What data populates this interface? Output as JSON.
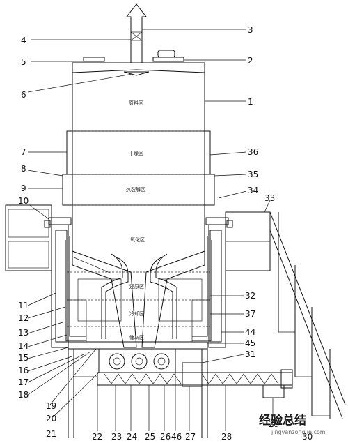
{
  "zones": {
    "raw_material": "原料区",
    "drying": "干燥区",
    "pyrolysis": "热裂解区",
    "oxidation": "氧化区",
    "reduction": "还原区",
    "cooling": "冷却区",
    "ash": "储灰区"
  },
  "part_numbers": {
    "p1": "1",
    "p2": "2",
    "p3": "3",
    "p4": "4",
    "p5": "5",
    "p6": "6",
    "p7": "7",
    "p8": "8",
    "p9": "9",
    "p10": "10",
    "p11": "11",
    "p12": "12",
    "p13": "13",
    "p14": "14",
    "p15": "15",
    "p16": "16",
    "p17": "17",
    "p18": "18",
    "p19": "19",
    "p20": "20",
    "p21": "21",
    "p22": "22",
    "p23": "23",
    "p24": "24",
    "p25": "25",
    "p26": "26",
    "p27": "27",
    "p28": "28",
    "p29": "29",
    "p30": "30",
    "p31": "31",
    "p32": "32",
    "p33": "33",
    "p34": "34",
    "p35": "35",
    "p36": "36",
    "p37": "37",
    "p44": "44",
    "p45": "45",
    "p46": "46"
  },
  "watermark": {
    "logo_text": "经验总结",
    "url": "jingyanzongjie.com"
  }
}
